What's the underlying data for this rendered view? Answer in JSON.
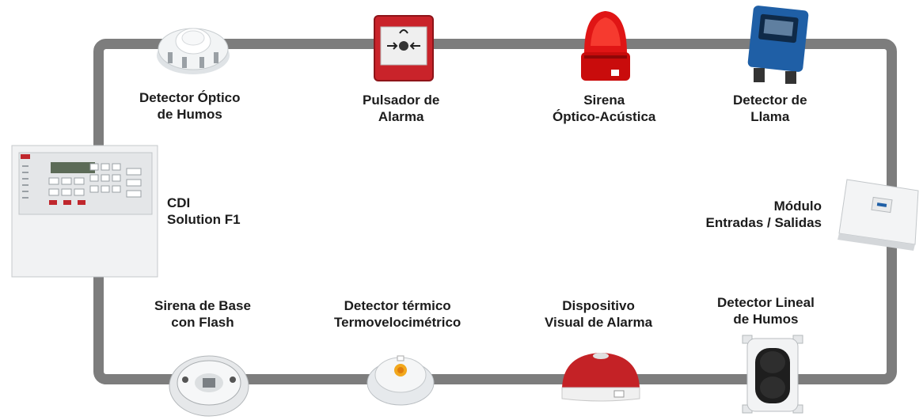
{
  "colors": {
    "loop": "#7d7d7d",
    "text": "#1c1c1c",
    "alarm_red": "#d42a2a",
    "detector_white": "#eef0f2",
    "flame_blue": "#1f5fa6"
  },
  "devices": [
    {
      "id": "smoke_detector",
      "icon": "optical-smoke-detector-icon",
      "lines": [
        "Detector Óptico",
        "de Humos"
      ]
    },
    {
      "id": "call_point",
      "icon": "manual-call-point-icon",
      "lines": [
        "Pulsador de",
        "Alarma"
      ]
    },
    {
      "id": "siren",
      "icon": "optical-acoustic-siren-icon",
      "lines": [
        "Sirena",
        "Óptico-Acústica"
      ]
    },
    {
      "id": "flame_detector",
      "icon": "flame-detector-icon",
      "lines": [
        "Detector de",
        "Llama"
      ]
    },
    {
      "id": "panel",
      "icon": "control-panel-icon",
      "lines": [
        "CDI",
        "Solution F1"
      ]
    },
    {
      "id": "io_module",
      "icon": "io-module-icon",
      "lines": [
        "Módulo",
        "Entradas / Salidas"
      ]
    },
    {
      "id": "base_siren",
      "icon": "base-siren-flash-icon",
      "lines": [
        "Sirena de Base",
        "con Flash"
      ]
    },
    {
      "id": "heat_detector",
      "icon": "heat-detector-icon",
      "lines": [
        "Detector térmico",
        "Termovelocimétrico"
      ]
    },
    {
      "id": "visual_alarm",
      "icon": "visual-alarm-device-icon",
      "lines": [
        "Dispositivo",
        "Visual de Alarma"
      ]
    },
    {
      "id": "beam_detector",
      "icon": "linear-beam-detector-icon",
      "lines": [
        "Detector Lineal",
        "de Humos"
      ]
    }
  ]
}
